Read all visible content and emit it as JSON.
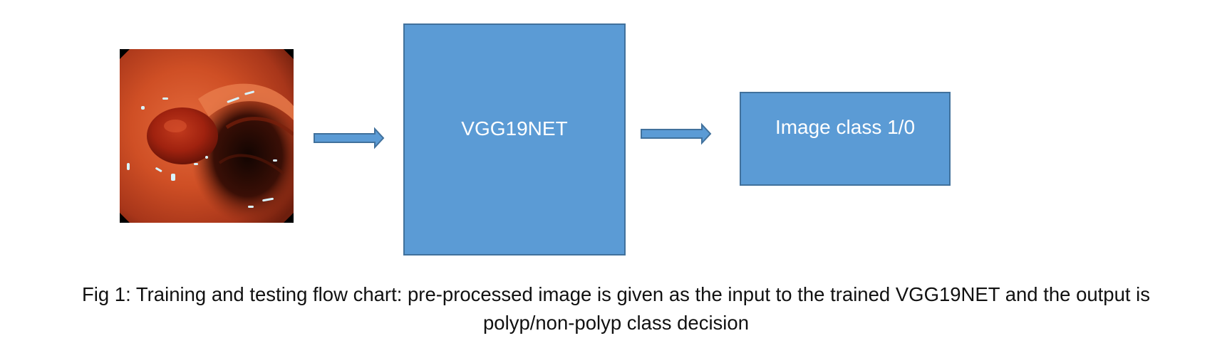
{
  "diagram": {
    "nodes": {
      "input_image": {
        "icon": "endoscopy-polyp-image",
        "label": ""
      },
      "model": {
        "label": "VGG19NET"
      },
      "output": {
        "label": "Image class 1/0"
      }
    },
    "edges": [
      {
        "from": "input_image",
        "to": "model"
      },
      {
        "from": "model",
        "to": "output"
      }
    ],
    "colors": {
      "box_fill": "#5b9bd5",
      "box_border": "#41719c",
      "box_text": "#ffffff",
      "caption_text": "#111111"
    }
  },
  "caption": {
    "line1": "Fig 1: Training and testing flow chart: pre-processed image is given as the input to the trained VGG19NET and the output is",
    "line2": "polyp/non-polyp class decision"
  }
}
